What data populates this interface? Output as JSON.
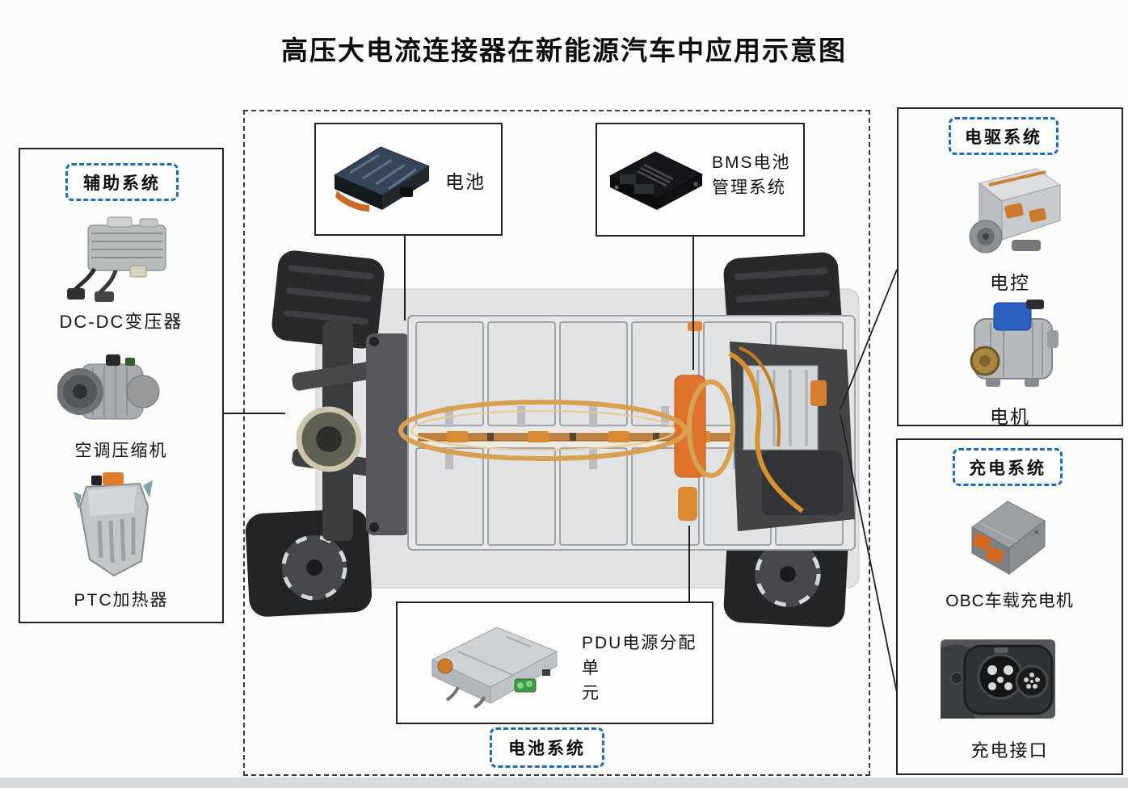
{
  "title": "高压大电流连接器在新能源汽车中应用示意图",
  "colors": {
    "accent_blue": "#1b6fb8",
    "highlight_orange": "#d9a052",
    "copper": "#c08040"
  },
  "aux_panel": {
    "header": "辅助系统",
    "items": [
      {
        "label": "DC-DC变压器",
        "icon": "dcdc-converter-image"
      },
      {
        "label": "空调压缩机",
        "icon": "ac-compressor-image"
      },
      {
        "label": "PTC加热器",
        "icon": "ptc-heater-image"
      }
    ]
  },
  "battery_zone": {
    "footer_header": "电池系统",
    "battery": {
      "label": "电池",
      "icon": "battery-pack-image"
    },
    "bms": {
      "label_line1": "BMS电池",
      "label_line2": "管理系统",
      "icon": "bms-module-image"
    },
    "pdu": {
      "label_line1": "PDU电源分配单",
      "label_line2": "元",
      "icon": "pdu-unit-image"
    },
    "car_icon": "ev-chassis-image"
  },
  "edrive_panel": {
    "header": "电驱系统",
    "items": [
      {
        "label": "电控",
        "icon": "motor-controller-image"
      },
      {
        "label": "电机",
        "icon": "motor-image"
      }
    ]
  },
  "charging_panel": {
    "header": "充电系统",
    "items": [
      {
        "label": "OBC车载充电机",
        "icon": "obc-charger-image"
      },
      {
        "label": "充电接口",
        "icon": "charge-port-image"
      }
    ]
  }
}
